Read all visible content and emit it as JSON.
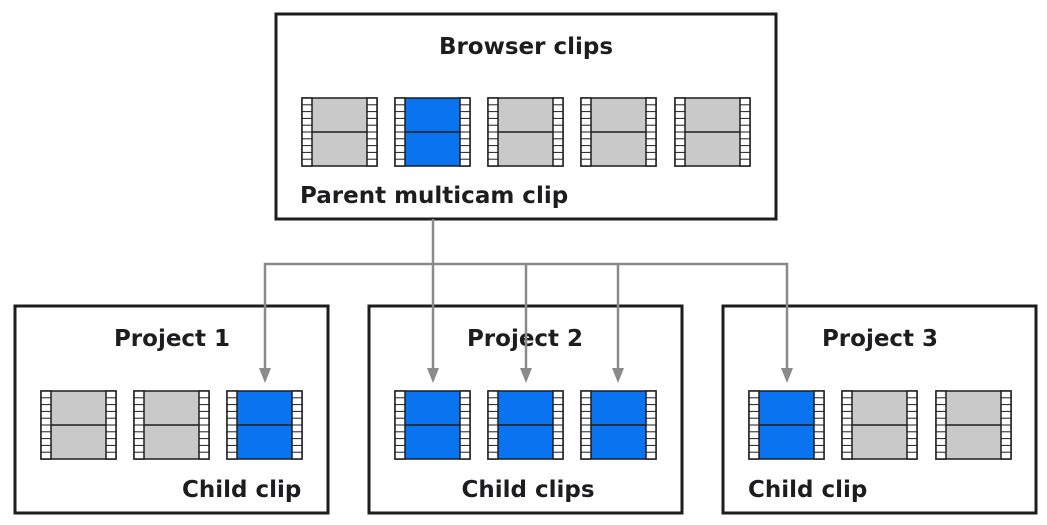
{
  "browser": {
    "title": "Browser clips",
    "caption": "Parent multicam clip",
    "clips": [
      "gray",
      "blue",
      "gray",
      "gray",
      "gray"
    ]
  },
  "projects": [
    {
      "title": "Project 1",
      "caption": "Child clip",
      "clips": [
        "gray",
        "gray",
        "blue"
      ]
    },
    {
      "title": "Project 2",
      "caption": "Child clips",
      "clips": [
        "blue",
        "blue",
        "blue"
      ]
    },
    {
      "title": "Project 3",
      "caption": "Child clip",
      "clips": [
        "blue",
        "gray",
        "gray"
      ]
    }
  ],
  "colors": {
    "highlight": "#0a74f0",
    "neutral": "#c9c9c9",
    "outline": "#1d1d1f",
    "connector": "#8a8a8a",
    "sprocket": "#ffffff"
  }
}
